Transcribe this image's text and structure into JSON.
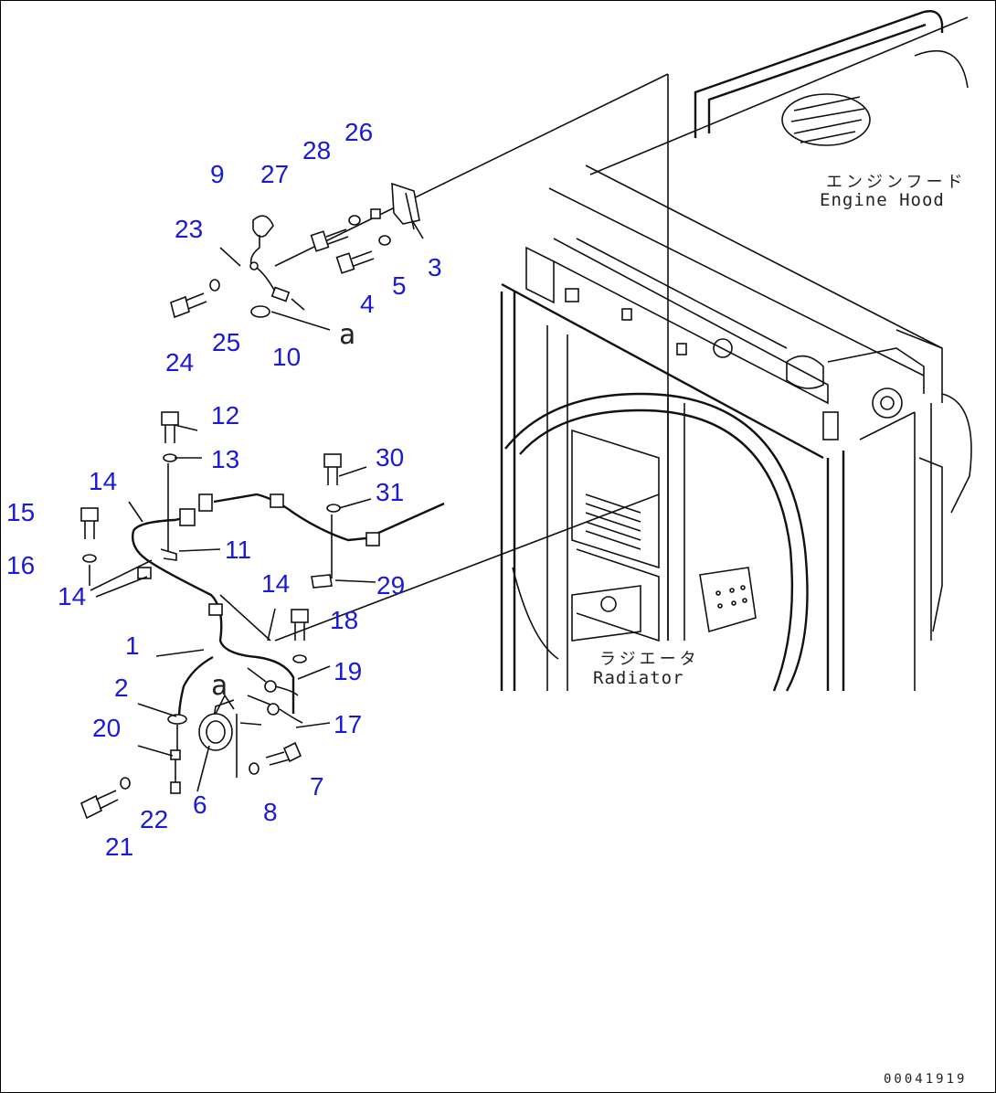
{
  "labels": {
    "engine_hood_jp": "エンジンフード",
    "engine_hood_en": "Engine Hood",
    "radiator_jp": "ラジエータ",
    "radiator_en": "Radiator",
    "ref_a_top": "a",
    "ref_a_bottom": "a",
    "drawing_code": "00041919"
  },
  "callouts": [
    "1",
    "2",
    "3",
    "4",
    "5",
    "6",
    "7",
    "8",
    "9",
    "10",
    "11",
    "12",
    "13",
    "14",
    "14",
    "14",
    "14",
    "15",
    "16",
    "17",
    "18",
    "19",
    "20",
    "21",
    "22",
    "23",
    "24",
    "25",
    "26",
    "27",
    "28",
    "29",
    "30",
    "31"
  ],
  "colors": {
    "callout": "#1a1ad6",
    "line": "#111111"
  }
}
